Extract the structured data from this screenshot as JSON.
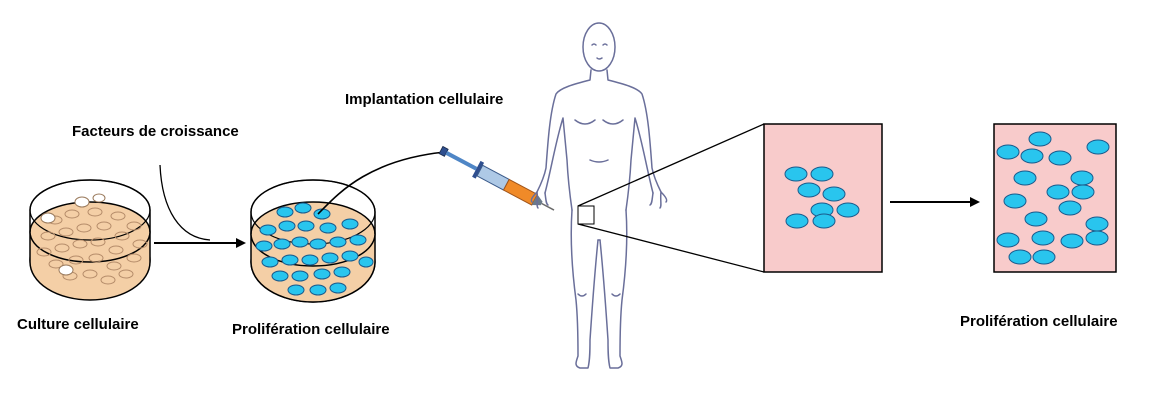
{
  "labels": {
    "growth_factors": "Facteurs de croissance",
    "implantation": "Implantation cellulaire",
    "culture": "Culture cellulaire",
    "proliferation_dish": "Prolifération cellulaire",
    "proliferation_tissue": "Prolifération cellulaire"
  },
  "colors": {
    "cell_fill": "#29c5ee",
    "cell_stroke": "#1a5a8c",
    "dish_medium": "#f4cfa6",
    "panel_fill": "#f8cbcb",
    "body_outline": "#6a6f9a",
    "syringe_blue": "#4f86c6",
    "syringe_orange": "#f08a28",
    "arrow": "#000000"
  },
  "icons": [
    "petri-dish-icon",
    "syringe-icon",
    "human-body-icon",
    "cell-icon"
  ]
}
